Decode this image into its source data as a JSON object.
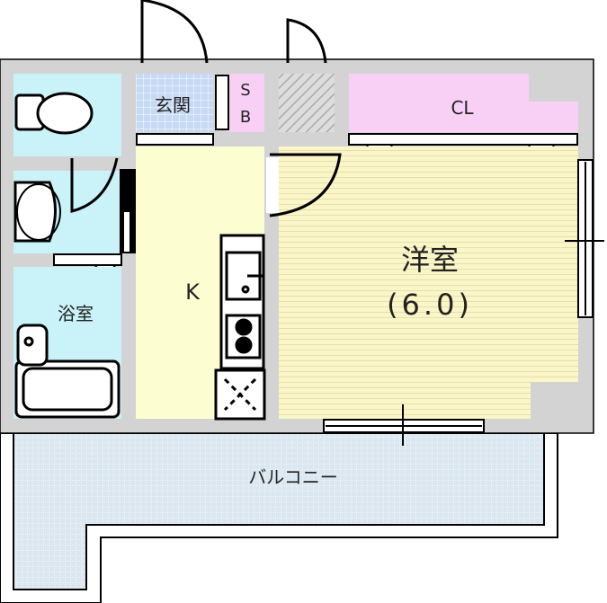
{
  "rooms": {
    "entrance": "玄関",
    "shoe_box_s": "S",
    "shoe_box_b": "B",
    "closet": "CL",
    "kitchen": "K",
    "western_room": "洋室",
    "western_room_size": "(6.0)",
    "bathroom": "浴室",
    "balcony": "バルコニー"
  },
  "colors": {
    "wall": "#d3d3d3",
    "wet_area": "#c9f3f9",
    "entrance": "#c6d9f5",
    "storage": "#f8d0f6",
    "kitchen": "#fdfdd2",
    "western_room": "#fbf6c8",
    "balcony": "#dbe7f0"
  }
}
